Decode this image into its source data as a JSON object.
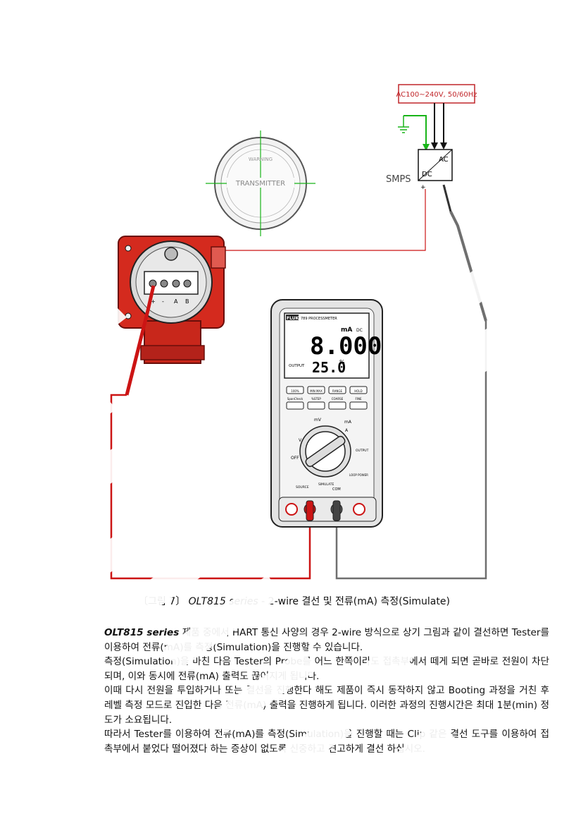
{
  "figure": {
    "power_supply_label": "AC100~240V, 50/60Hz",
    "smps_label": "SMPS",
    "smps_ac": "AC",
    "smps_dc": "DC",
    "smps_plus": "+",
    "smps_minus": "-",
    "cover_label": "TRANSMITTER",
    "cover_warning": "WARNING",
    "meter": {
      "brand": "FLUKE",
      "model": "789 PROCESSMETER",
      "unit_ma": "mA",
      "unit_dc": "DC",
      "main_reading": "8.000",
      "output_label": "OUTPUT",
      "output_reading": "25.0",
      "output_unit": "%",
      "buttons_row1": [
        "100%",
        "MIN MAX",
        "RANGE",
        "HOLD"
      ],
      "labels_row2": [
        "SpanCheck",
        "%STEP",
        "COARSE",
        "FINE"
      ],
      "dial_labels": [
        "OFF",
        "V",
        "mV",
        "mA",
        "A",
        "OUTPUT",
        "SOURCE",
        "SIMULATE",
        "COM",
        "LOOP POWER"
      ]
    },
    "terminal_labels": [
      "+",
      "-",
      "A",
      "B"
    ]
  },
  "caption": {
    "prefix": "〔그림 7〕",
    "model": "OLT815 series",
    "rest": " - 2-wire 결선 및 전류(mA) 측정(Simulate)"
  },
  "body": {
    "model": "OLT815 series",
    "p1_rest": " 제품 중에서 HART 통신 사양의 경우 2-wire 방식으로 상기 그림과 같이 결선하면 Tester를 이용하여 전류(mA)를 측정(Simulation)을 진행할 수 있습니다.",
    "p2": "측정(Simulation)을 마친 다음 Tester의 Probe를 어느 한쪽이라도 접촉부에서 떼게 되면 곧바로 전원이 차단되며, 이와 동시에 전류(mA) 출력도 끊어지게 됩니다.",
    "p3": "이때 다시 전원을 투입하거나 또는 결선을 진행한다 해도 제품이 즉시 동작하지 않고 Booting 과정을 거친 후 레벨 측정 모드로 진입한 다음 전류(mA) 출력을 진행하게 됩니다. 이러한 과정의 진행시간은 최대 1분(min) 정도가 소요됩니다.",
    "p4": "따라서 Tester를 이용하여 전류(mA)를 측정(Simulation)을 진행할 때는 Clip 같은 결선 도구를 이용하여 접촉부에서 붙었다 떨어졌다 하는 증상이 없도록 신중하고 견고하게 결선 하십시오."
  },
  "colors": {
    "transmitter_red": "#d42a1e",
    "probe_red": "#cc1414",
    "probe_grey": "#6f6f6f",
    "ground_green": "#18b418",
    "power_box": "#c0262a",
    "watermark": "#000000"
  }
}
